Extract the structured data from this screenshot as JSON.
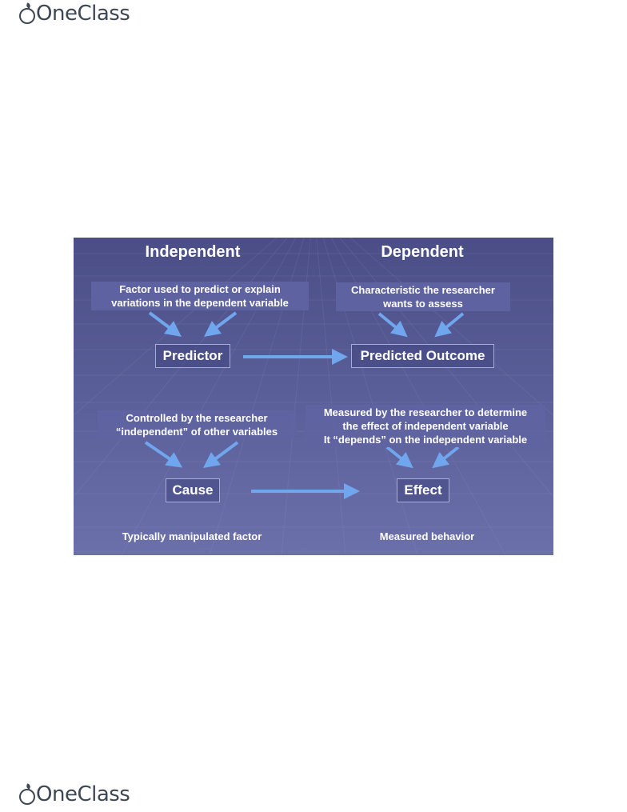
{
  "branding": {
    "logo_text": "OneClass"
  },
  "slide": {
    "independent": {
      "heading": "Independent",
      "description_line1": "Factor used to predict or explain",
      "description_line2": "variations in the dependent variable",
      "term1": "Predictor",
      "control_line1": "Controlled by the researcher",
      "control_line2": "“independent” of other variables",
      "term2": "Cause",
      "caption": "Typically manipulated factor"
    },
    "dependent": {
      "heading": "Dependent",
      "description_line1": "Characteristic the researcher",
      "description_line2": "wants to assess",
      "term1": "Predicted Outcome",
      "measure_line1": "Measured by the researcher to determine",
      "measure_line2": "the effect of independent variable",
      "measure_line3": "It “depends” on the independent variable",
      "term2": "Effect",
      "caption": "Measured behavior"
    },
    "arrow_color": "#6fa6ee"
  }
}
